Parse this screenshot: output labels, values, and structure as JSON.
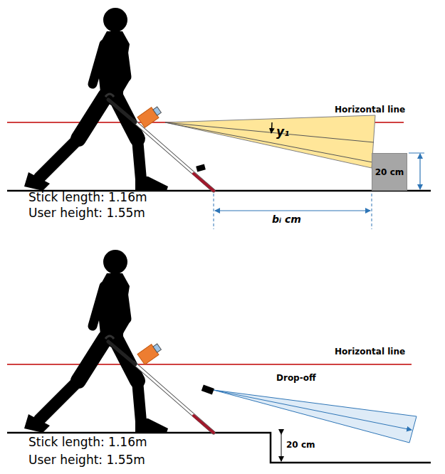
{
  "diagram": {
    "nodes": [
      {
        "text": [
          "20 cm"
        ]
      }
    ],
    "labels": [
      "Horizontal line",
      "y₁",
      "bᵢ cm",
      "Stick length: 1.16m",
      "User height: 1.55m",
      "Horizontal line",
      "Drop-off",
      "20 cm",
      "Stick length: 1.16m",
      "User height: 1.55m"
    ]
  }
}
